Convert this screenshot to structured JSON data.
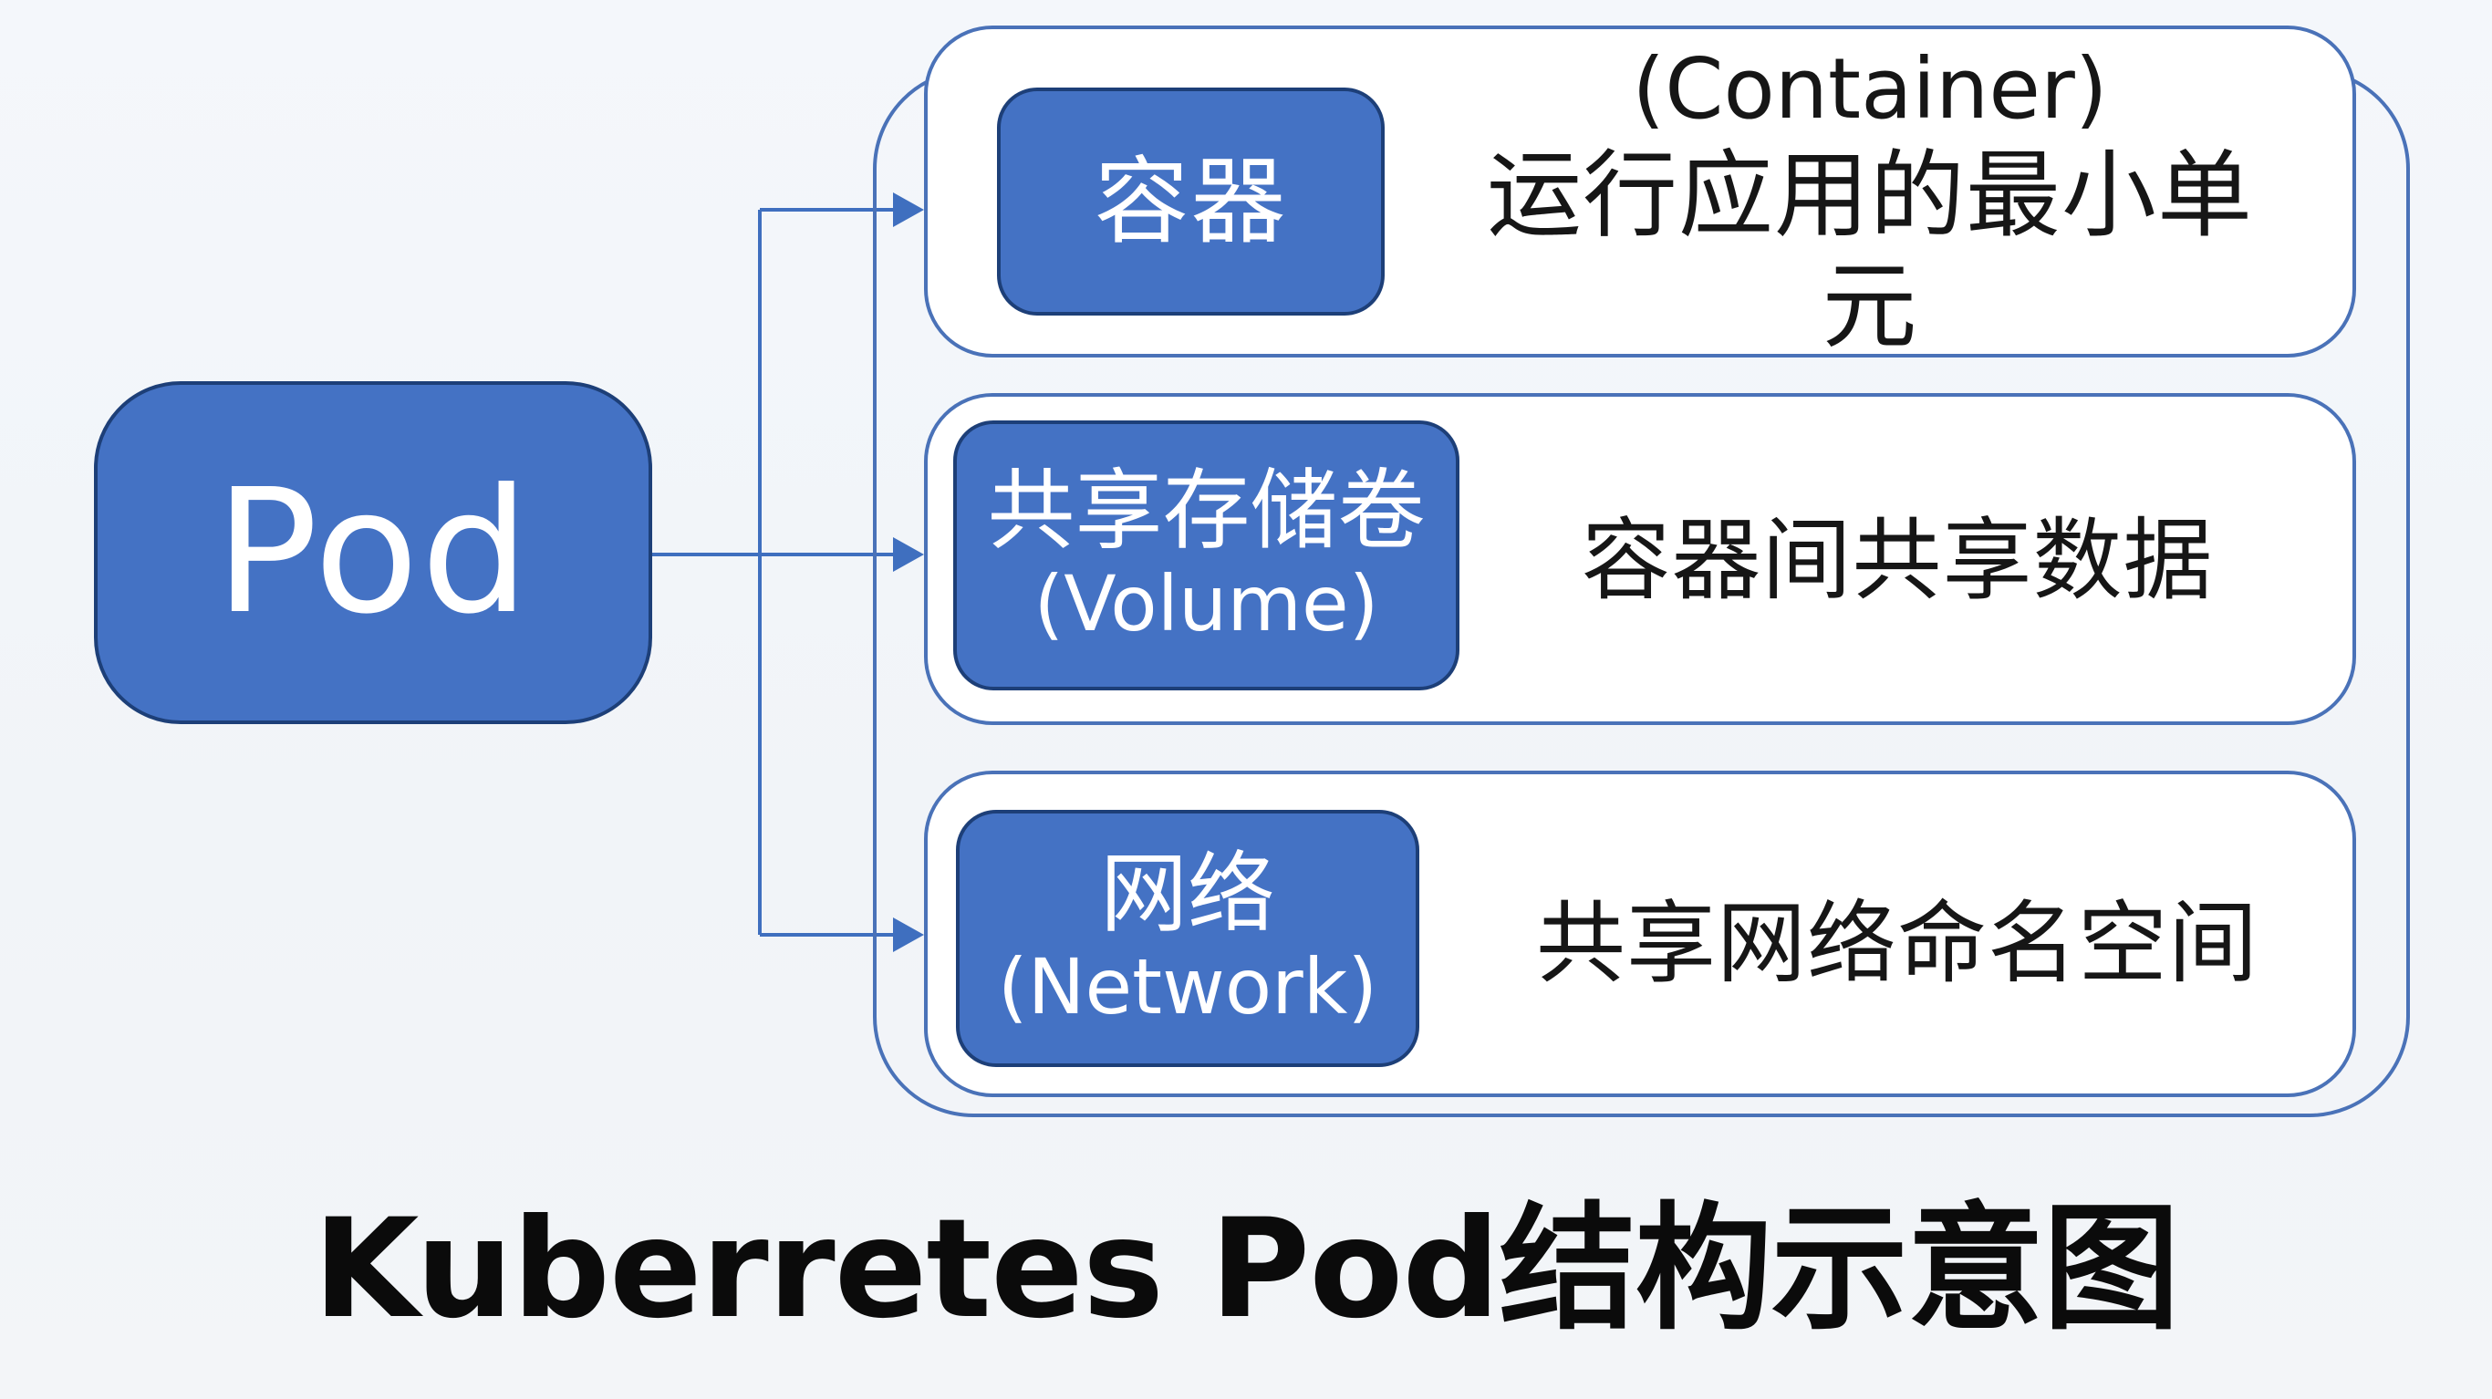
{
  "pod": {
    "label": "Pod"
  },
  "components": [
    {
      "title_zh": "容器",
      "title_en": "",
      "description_en": "(Container)",
      "description_zh": "运行应用的最小单元"
    },
    {
      "title_zh": "共享存储卷",
      "title_en": "(Volume)",
      "description_zh": "容器间共享数据"
    },
    {
      "title_zh": "网络",
      "title_en": "(Network)",
      "description_zh": "共享网络命名空间"
    }
  ],
  "title": "Kuberretes Pod结构示意图",
  "colors": {
    "box_fill": "#4472c4",
    "box_border": "#1d3f78",
    "frame_border": "#4a72b8",
    "connector": "#3f6fbf",
    "text_dark": "#161616"
  }
}
